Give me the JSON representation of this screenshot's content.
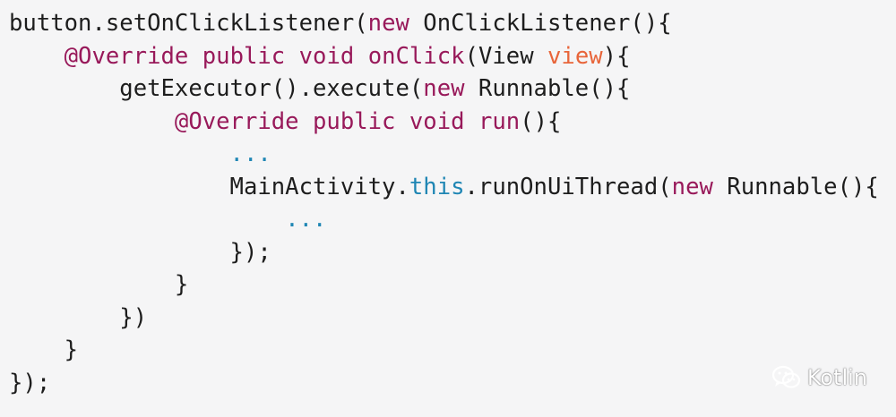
{
  "colors": {
    "background": "#f5f5f6",
    "plain": "#1d1d1d",
    "keyword": "#98195a",
    "parameter": "#e8653a",
    "ellipsis": "#1f86b4"
  },
  "code_lines": [
    {
      "indent": 0,
      "tokens": [
        {
          "t": "button",
          "k": "plain"
        },
        {
          "t": ".",
          "k": "plain"
        },
        {
          "t": "setOnClickListener",
          "k": "plain"
        },
        {
          "t": "(",
          "k": "plain"
        },
        {
          "t": "new",
          "k": "keyword"
        },
        {
          "t": " OnClickListener(){",
          "k": "plain"
        }
      ]
    },
    {
      "indent": 4,
      "tokens": [
        {
          "t": "@Override",
          "k": "annotation"
        },
        {
          "t": " ",
          "k": "plain"
        },
        {
          "t": "public",
          "k": "keyword"
        },
        {
          "t": " ",
          "k": "plain"
        },
        {
          "t": "void",
          "k": "keyword"
        },
        {
          "t": " ",
          "k": "plain"
        },
        {
          "t": "onClick",
          "k": "method"
        },
        {
          "t": "(View ",
          "k": "plain"
        },
        {
          "t": "view",
          "k": "param"
        },
        {
          "t": "){",
          "k": "plain"
        }
      ]
    },
    {
      "indent": 8,
      "tokens": [
        {
          "t": "getExecutor().execute(",
          "k": "plain"
        },
        {
          "t": "new",
          "k": "keyword"
        },
        {
          "t": " Runnable(){",
          "k": "plain"
        }
      ]
    },
    {
      "indent": 12,
      "tokens": [
        {
          "t": "@Override",
          "k": "annotation"
        },
        {
          "t": " ",
          "k": "plain"
        },
        {
          "t": "public",
          "k": "keyword"
        },
        {
          "t": " ",
          "k": "plain"
        },
        {
          "t": "void",
          "k": "keyword"
        },
        {
          "t": " ",
          "k": "plain"
        },
        {
          "t": "run",
          "k": "method"
        },
        {
          "t": "(){",
          "k": "plain"
        }
      ]
    },
    {
      "indent": 16,
      "tokens": [
        {
          "t": "...",
          "k": "ellipsis"
        }
      ]
    },
    {
      "indent": 16,
      "tokens": [
        {
          "t": "MainActivity.",
          "k": "plain"
        },
        {
          "t": "this",
          "k": "this"
        },
        {
          "t": ".runOnUiThread(",
          "k": "plain"
        },
        {
          "t": "new",
          "k": "keyword"
        },
        {
          "t": " Runnable(){",
          "k": "plain"
        }
      ]
    },
    {
      "indent": 20,
      "tokens": [
        {
          "t": "...",
          "k": "ellipsis"
        }
      ]
    },
    {
      "indent": 16,
      "tokens": [
        {
          "t": "});",
          "k": "plain"
        }
      ]
    },
    {
      "indent": 12,
      "tokens": [
        {
          "t": "}",
          "k": "plain"
        }
      ]
    },
    {
      "indent": 8,
      "tokens": [
        {
          "t": "})",
          "k": "plain"
        }
      ]
    },
    {
      "indent": 4,
      "tokens": [
        {
          "t": "}",
          "k": "plain"
        }
      ]
    },
    {
      "indent": 0,
      "tokens": [
        {
          "t": "});",
          "k": "plain"
        }
      ]
    }
  ],
  "watermark": {
    "icon": "wechat-icon",
    "label": "Kotlin"
  }
}
